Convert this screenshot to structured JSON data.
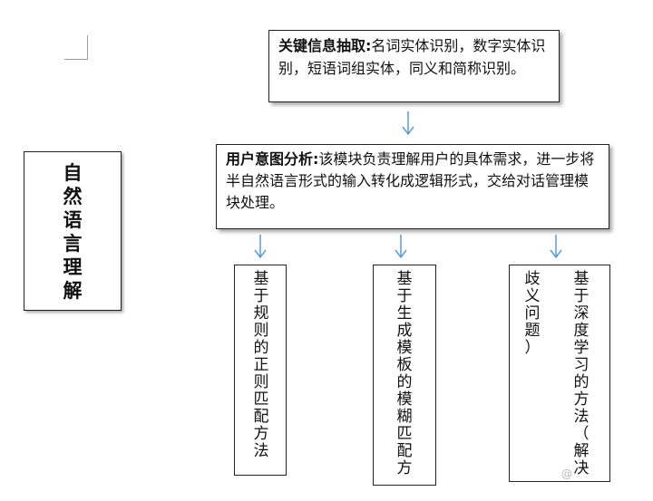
{
  "top_box": {
    "heading": "关键信息抽取:",
    "body": "名词实体识别，数字实体识别，短语词组实体，同义和简称识别。"
  },
  "intent_box": {
    "heading": "用户意图分析:",
    "body": "该模块负责理解用户的具体需求，进一步将半自然语言形式的输入转化成逻辑形式，交给对话管理模块处理。"
  },
  "side_box": {
    "label": "自然语言理解"
  },
  "methods": {
    "rule": "基于规则的正则匹配方法",
    "fuzzy": "基于生成模板的模糊匹配方",
    "deep_main": "基于深度学习的方法（解决",
    "deep_side": "歧义问题）"
  },
  "watermark": "@"
}
